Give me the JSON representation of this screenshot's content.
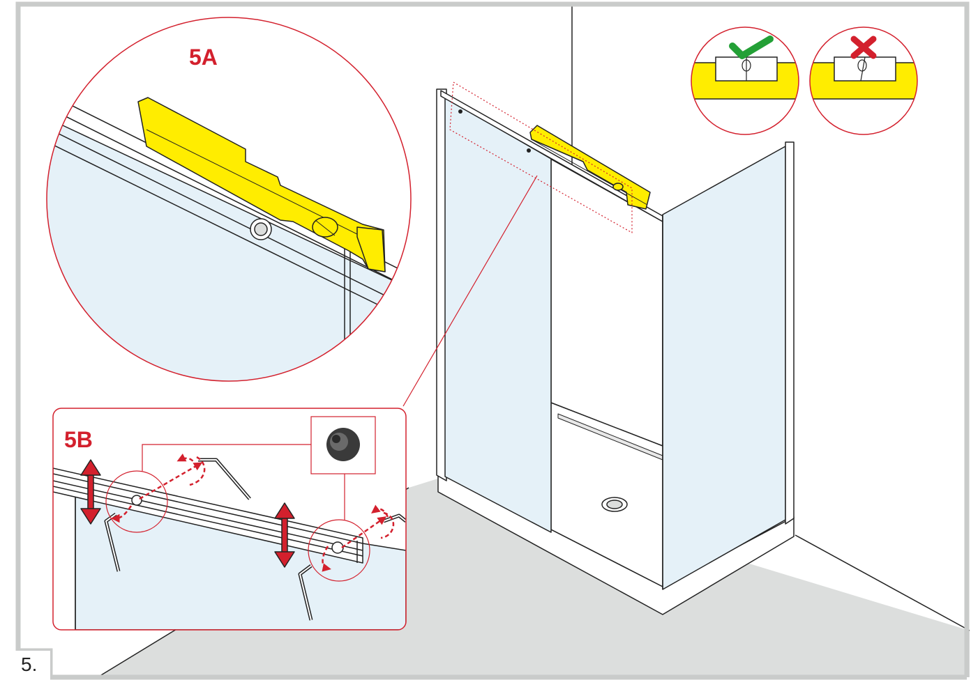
{
  "step": {
    "number": "5."
  },
  "callouts": {
    "detail_a": {
      "label": "5A"
    },
    "detail_b": {
      "label": "5B"
    }
  },
  "level_check": {
    "correct": {
      "icon": "check-icon",
      "color": "#23a036"
    },
    "incorrect": {
      "icon": "cross-icon",
      "color": "#d3202d"
    }
  },
  "colors": {
    "accent_red": "#d3202d",
    "level_yellow": "#ffed00",
    "glass_blue": "#e5f1f8",
    "floor_gray": "#dcdedd",
    "frame_gray": "#c9cbca"
  }
}
